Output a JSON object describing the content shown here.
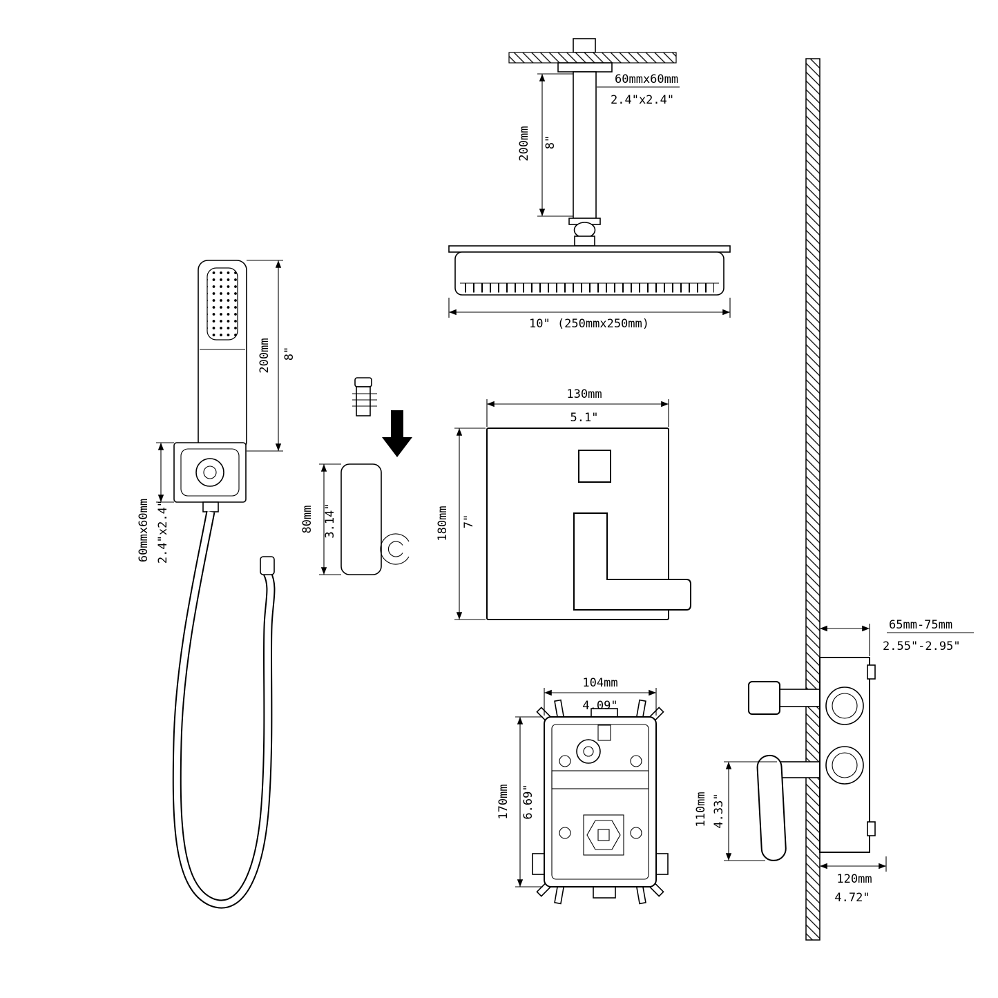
{
  "diagram": {
    "title": "shower-system-installation-dimensions",
    "ceiling_shower": {
      "arm_size_mm": "60mmx60mm",
      "arm_size_in": "2.4\"x2.4\"",
      "arm_length_mm": "200mm",
      "arm_length_in": "8\"",
      "head_size": "10\" (250mmx250mm)"
    },
    "hand_shower": {
      "length_mm": "200mm",
      "length_in": "8\"",
      "outlet_size_mm": "60mmx60mm",
      "outlet_size_in": "2.4\"x2.4\""
    },
    "holder": {
      "height_mm": "80mm",
      "height_in": "3.14\""
    },
    "trim_plate": {
      "width_mm": "130mm",
      "width_in": "5.1\"",
      "height_mm": "180mm",
      "height_in": "7\""
    },
    "rough_in_valve": {
      "width_mm": "104mm",
      "width_in": "4.09\"",
      "height_mm": "170mm",
      "height_in": "6.69\""
    },
    "side_view": {
      "wall_depth_mm": "65mm-75mm",
      "wall_depth_in": "2.55\"-2.95\"",
      "handle_height_mm": "110mm",
      "handle_height_in": "4.33\"",
      "depth_mm": "120mm",
      "depth_in": "4.72\""
    }
  }
}
